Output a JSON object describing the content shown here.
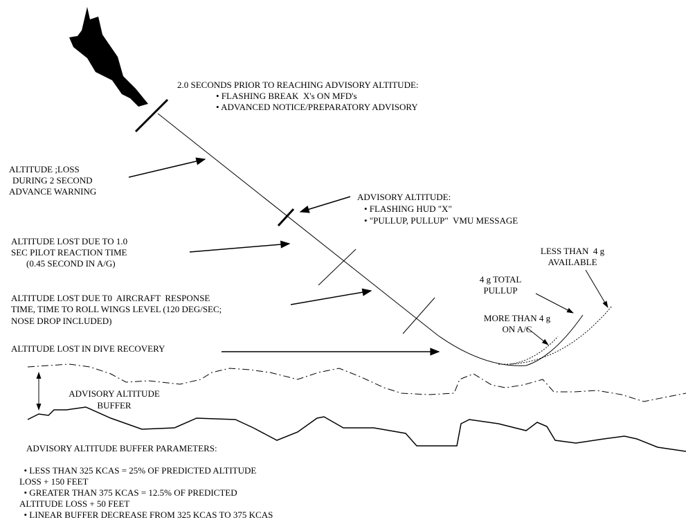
{
  "colors": {
    "ink": "#000000",
    "background": "#ffffff"
  },
  "icons": {
    "aircraft": "jet-silhouette-icon"
  },
  "callouts": {
    "prior_warning": {
      "title": "2.0 SECONDS PRIOR TO REACHING ADVISORY ALTITUDE:",
      "bullets": [
        "• FLASHING BREAK  X's ON MFD's",
        "• ADVANCED NOTICE/PREPARATORY ADVISORY"
      ]
    },
    "advisory_altitude": {
      "title": "ADVISORY ALTITUDE:",
      "bullets": [
        "• FLASHING HUD \"X\"",
        "• \"PULLUP, PULLUP\"  VMU MESSAGE"
      ]
    },
    "loss_warning": [
      "ALTITUDE ;LOSS",
      "DURING 2 SECOND",
      "ADVANCE WARNING"
    ],
    "loss_reaction": [
      "ALTITUDE LOST DUE TO 1.0",
      "SEC PILOT REACTION TIME",
      "(0.45 SECOND IN A/G)"
    ],
    "loss_response": [
      "ALTITUDE LOST DUE T0  AIRCRAFT  RESPONSE",
      "TIME, TIME TO ROLL WINGS LEVEL (120 DEG/SEC;",
      "NOSE DROP INCLUDED)"
    ],
    "loss_recovery": "ALTITUDE LOST IN DIVE RECOVERY",
    "less_than_4g": [
      "LESS THAN  4 g",
      "AVAILABLE"
    ],
    "total_4g": [
      "4 g TOTAL",
      "PULLUP"
    ],
    "more_than_4g": [
      "MORE THAN 4 g",
      "ON A/C"
    ],
    "buffer": [
      "ADVISORY ALTITUDE",
      "BUFFER"
    ]
  },
  "parameters": {
    "title": "ADVISORY ALTITUDE BUFFER PARAMETERS:",
    "lines": [
      "  • LESS THAN 325 KCAS = 25% OF PREDICTED ALTITUDE",
      "LOSS + 150 FEET",
      "  • GREATER THAN 375 KCAS = 12.5% OF PREDICTED",
      "ALTITUDE LOSS + 50 FEET",
      "  • LINEAR BUFFER DECREASE FROM 325 KCAS TO 375 KCAS"
    ]
  }
}
